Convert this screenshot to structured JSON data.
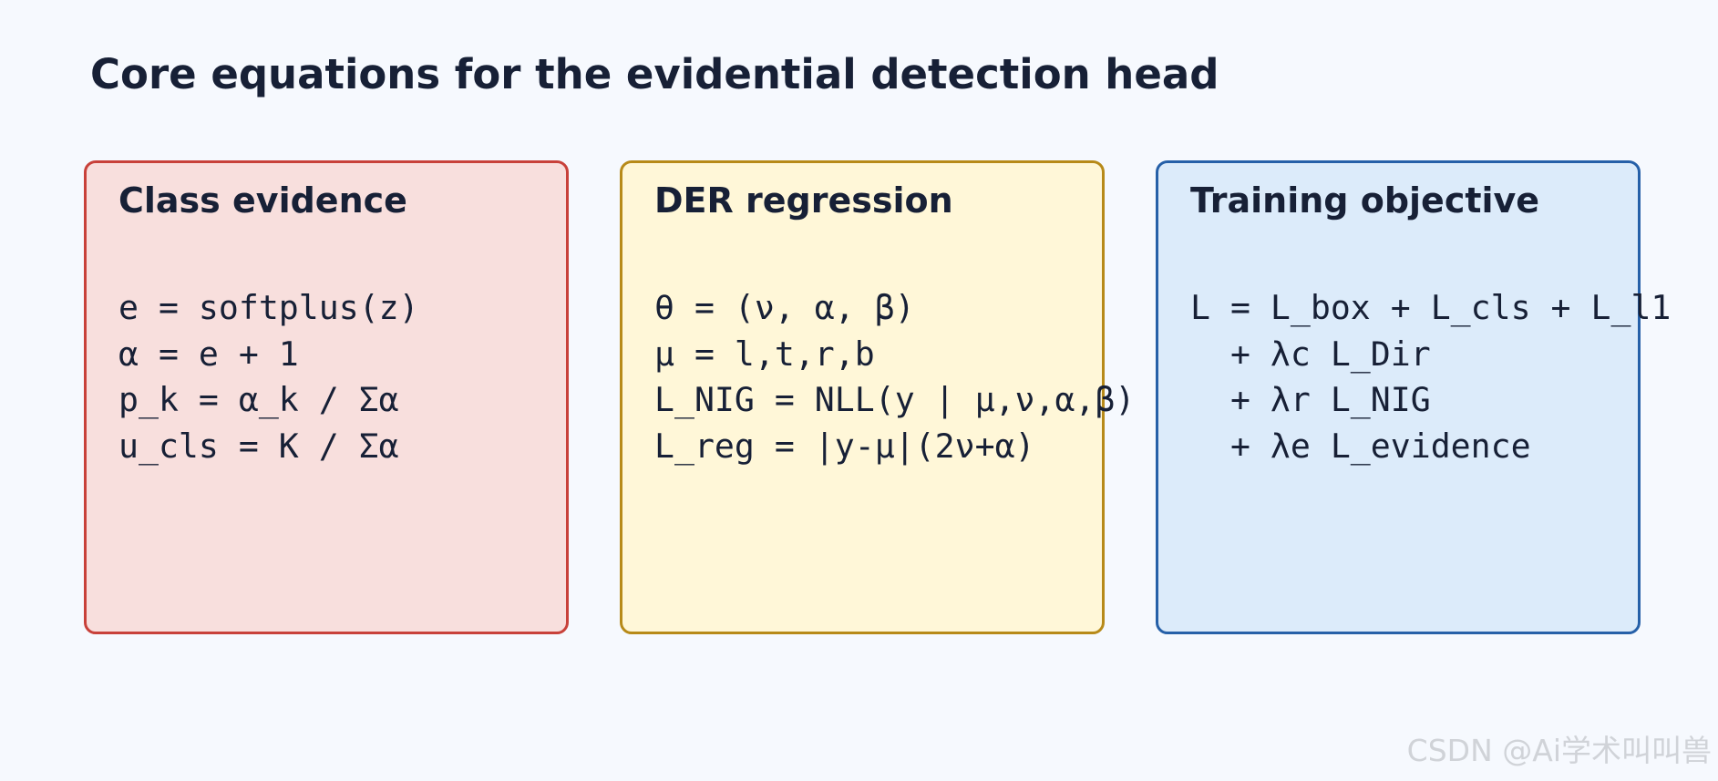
{
  "title": "Core equations for the evidential detection head",
  "panels": [
    {
      "title": "Class evidence",
      "border_color": "#c8413a",
      "fill_color": "#f8dfdd",
      "lines": [
        "e = softplus(z)",
        "α = e + 1",
        "p_k = α_k / Σα",
        "u_cls = K / Σα"
      ]
    },
    {
      "title": "DER regression",
      "border_color": "#b78a19",
      "fill_color": "#fff7d8",
      "lines": [
        "θ = (ν, α, β)",
        "μ = l,t,r,b",
        "L_NIG = NLL(y | μ,ν,α,β)",
        "L_reg = |y-μ|(2ν+α)"
      ]
    },
    {
      "title": "Training objective",
      "border_color": "#2660a8",
      "fill_color": "#dcebfa",
      "lines": [
        "L = L_box + L_cls + L_l1",
        "  + λc L_Dir",
        "  + λr L_NIG",
        "  + λe L_evidence"
      ]
    }
  ],
  "watermark": "CSDN @Ai学术叫叫兽",
  "colors": {
    "background": "#f6f9fe",
    "text": "#172036",
    "watermark": "#d0d3d8"
  }
}
